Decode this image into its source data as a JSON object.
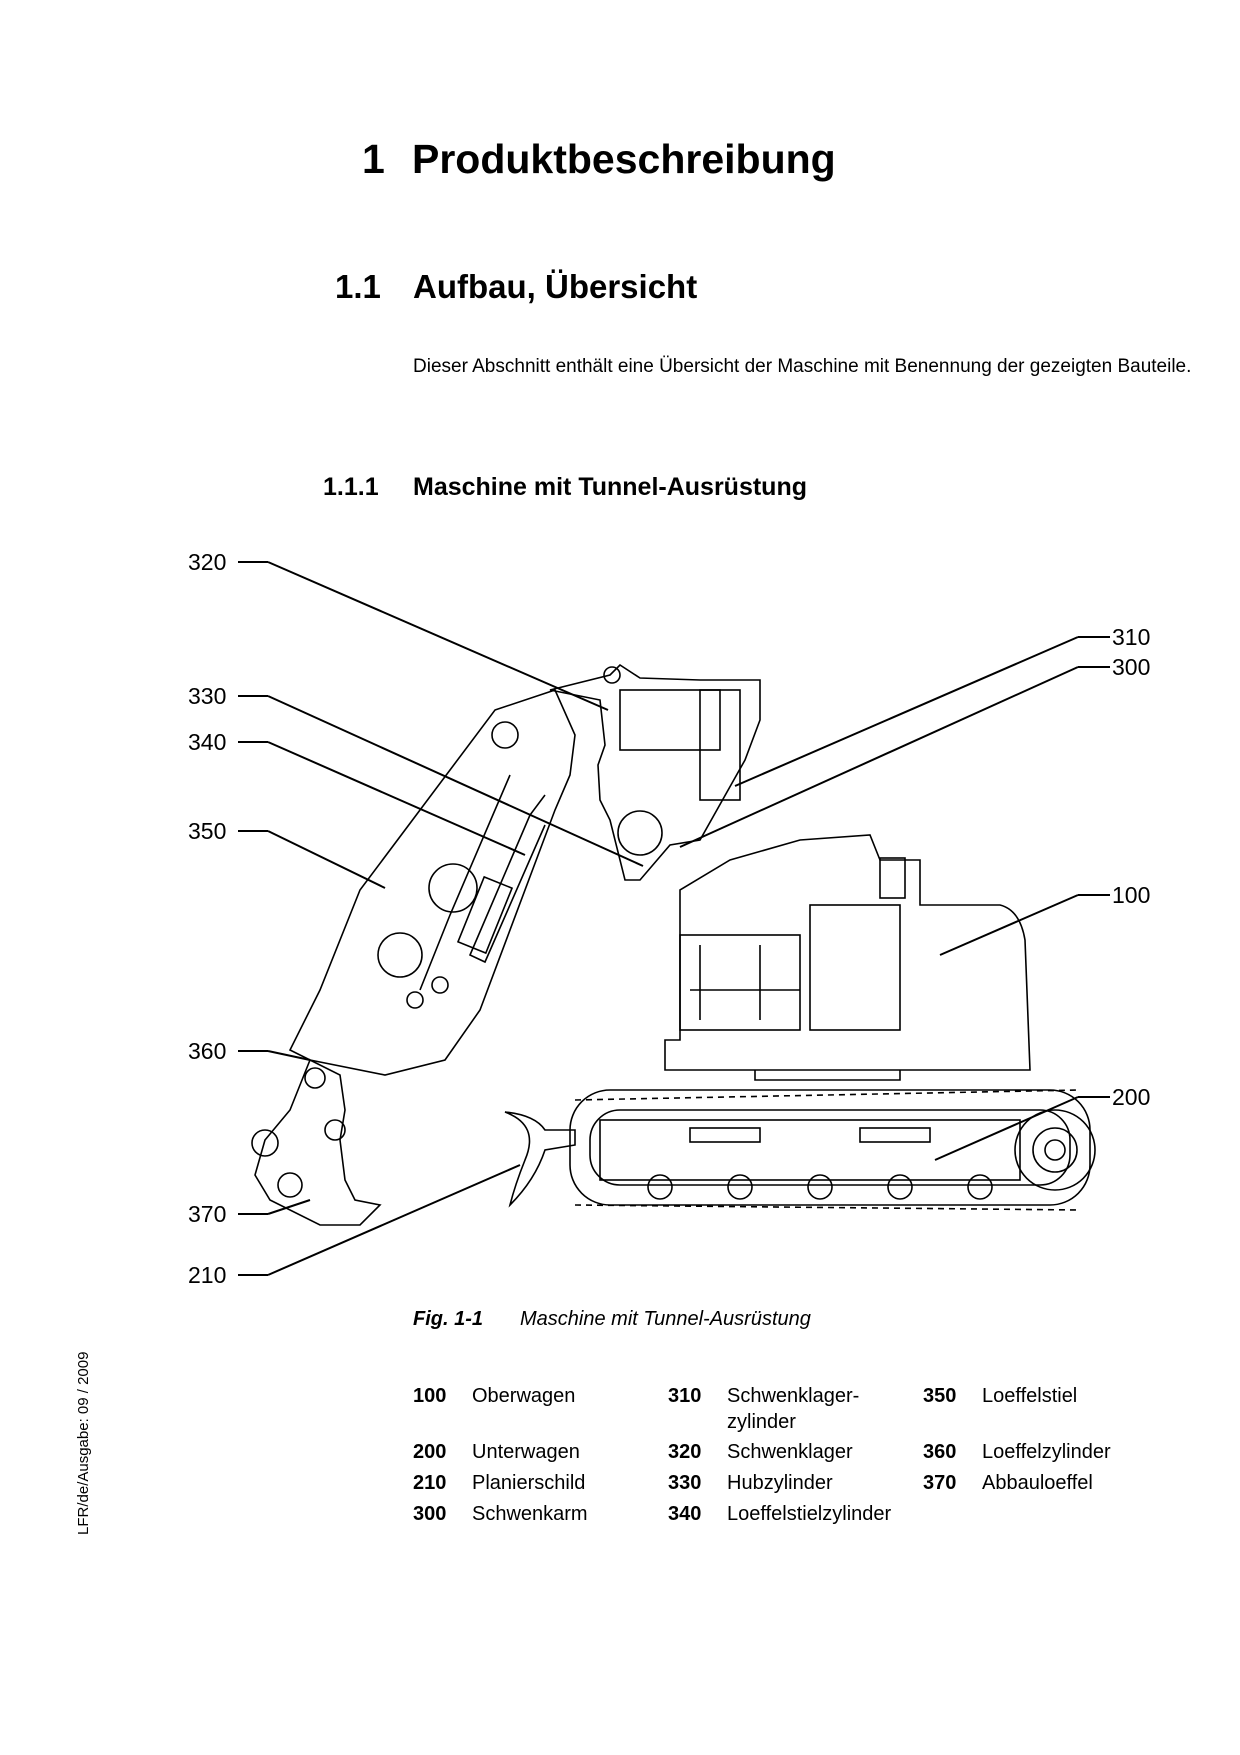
{
  "heading1": {
    "number": "1",
    "title": "Produktbeschreibung"
  },
  "heading2": {
    "number": "1.1",
    "title": "Aufbau, Übersicht"
  },
  "intro": "Dieser Abschnitt enthält eine Übersicht der Maschine mit Benennung der gezeigten Bauteile.",
  "heading3": {
    "number": "1.1.1",
    "title": "Maschine mit Tunnel-Ausrüstung"
  },
  "callouts": [
    "320",
    "330",
    "340",
    "350",
    "360",
    "370",
    "210",
    "310",
    "300",
    "100",
    "200"
  ],
  "caption": {
    "label": "Fig. 1-1",
    "text": "Maschine mit Tunnel-Ausrüstung"
  },
  "legend": [
    {
      "code": "100",
      "name": "Oberwagen"
    },
    {
      "code": "200",
      "name": "Unterwagen"
    },
    {
      "code": "210",
      "name": "Planierschild"
    },
    {
      "code": "300",
      "name": "Schwenkarm"
    },
    {
      "code": "310",
      "name": "Schwenklager-zylinder"
    },
    {
      "code": "320",
      "name": "Schwenklager"
    },
    {
      "code": "330",
      "name": "Hubzylinder"
    },
    {
      "code": "340",
      "name": "Loeffelstielzylinder"
    },
    {
      "code": "350",
      "name": "Loeffelstiel"
    },
    {
      "code": "360",
      "name": "Loeffelzylinder"
    },
    {
      "code": "370",
      "name": "Abbauloeffel"
    }
  ],
  "footer": "LFR/de/Ausgabe: 09 / 2009"
}
